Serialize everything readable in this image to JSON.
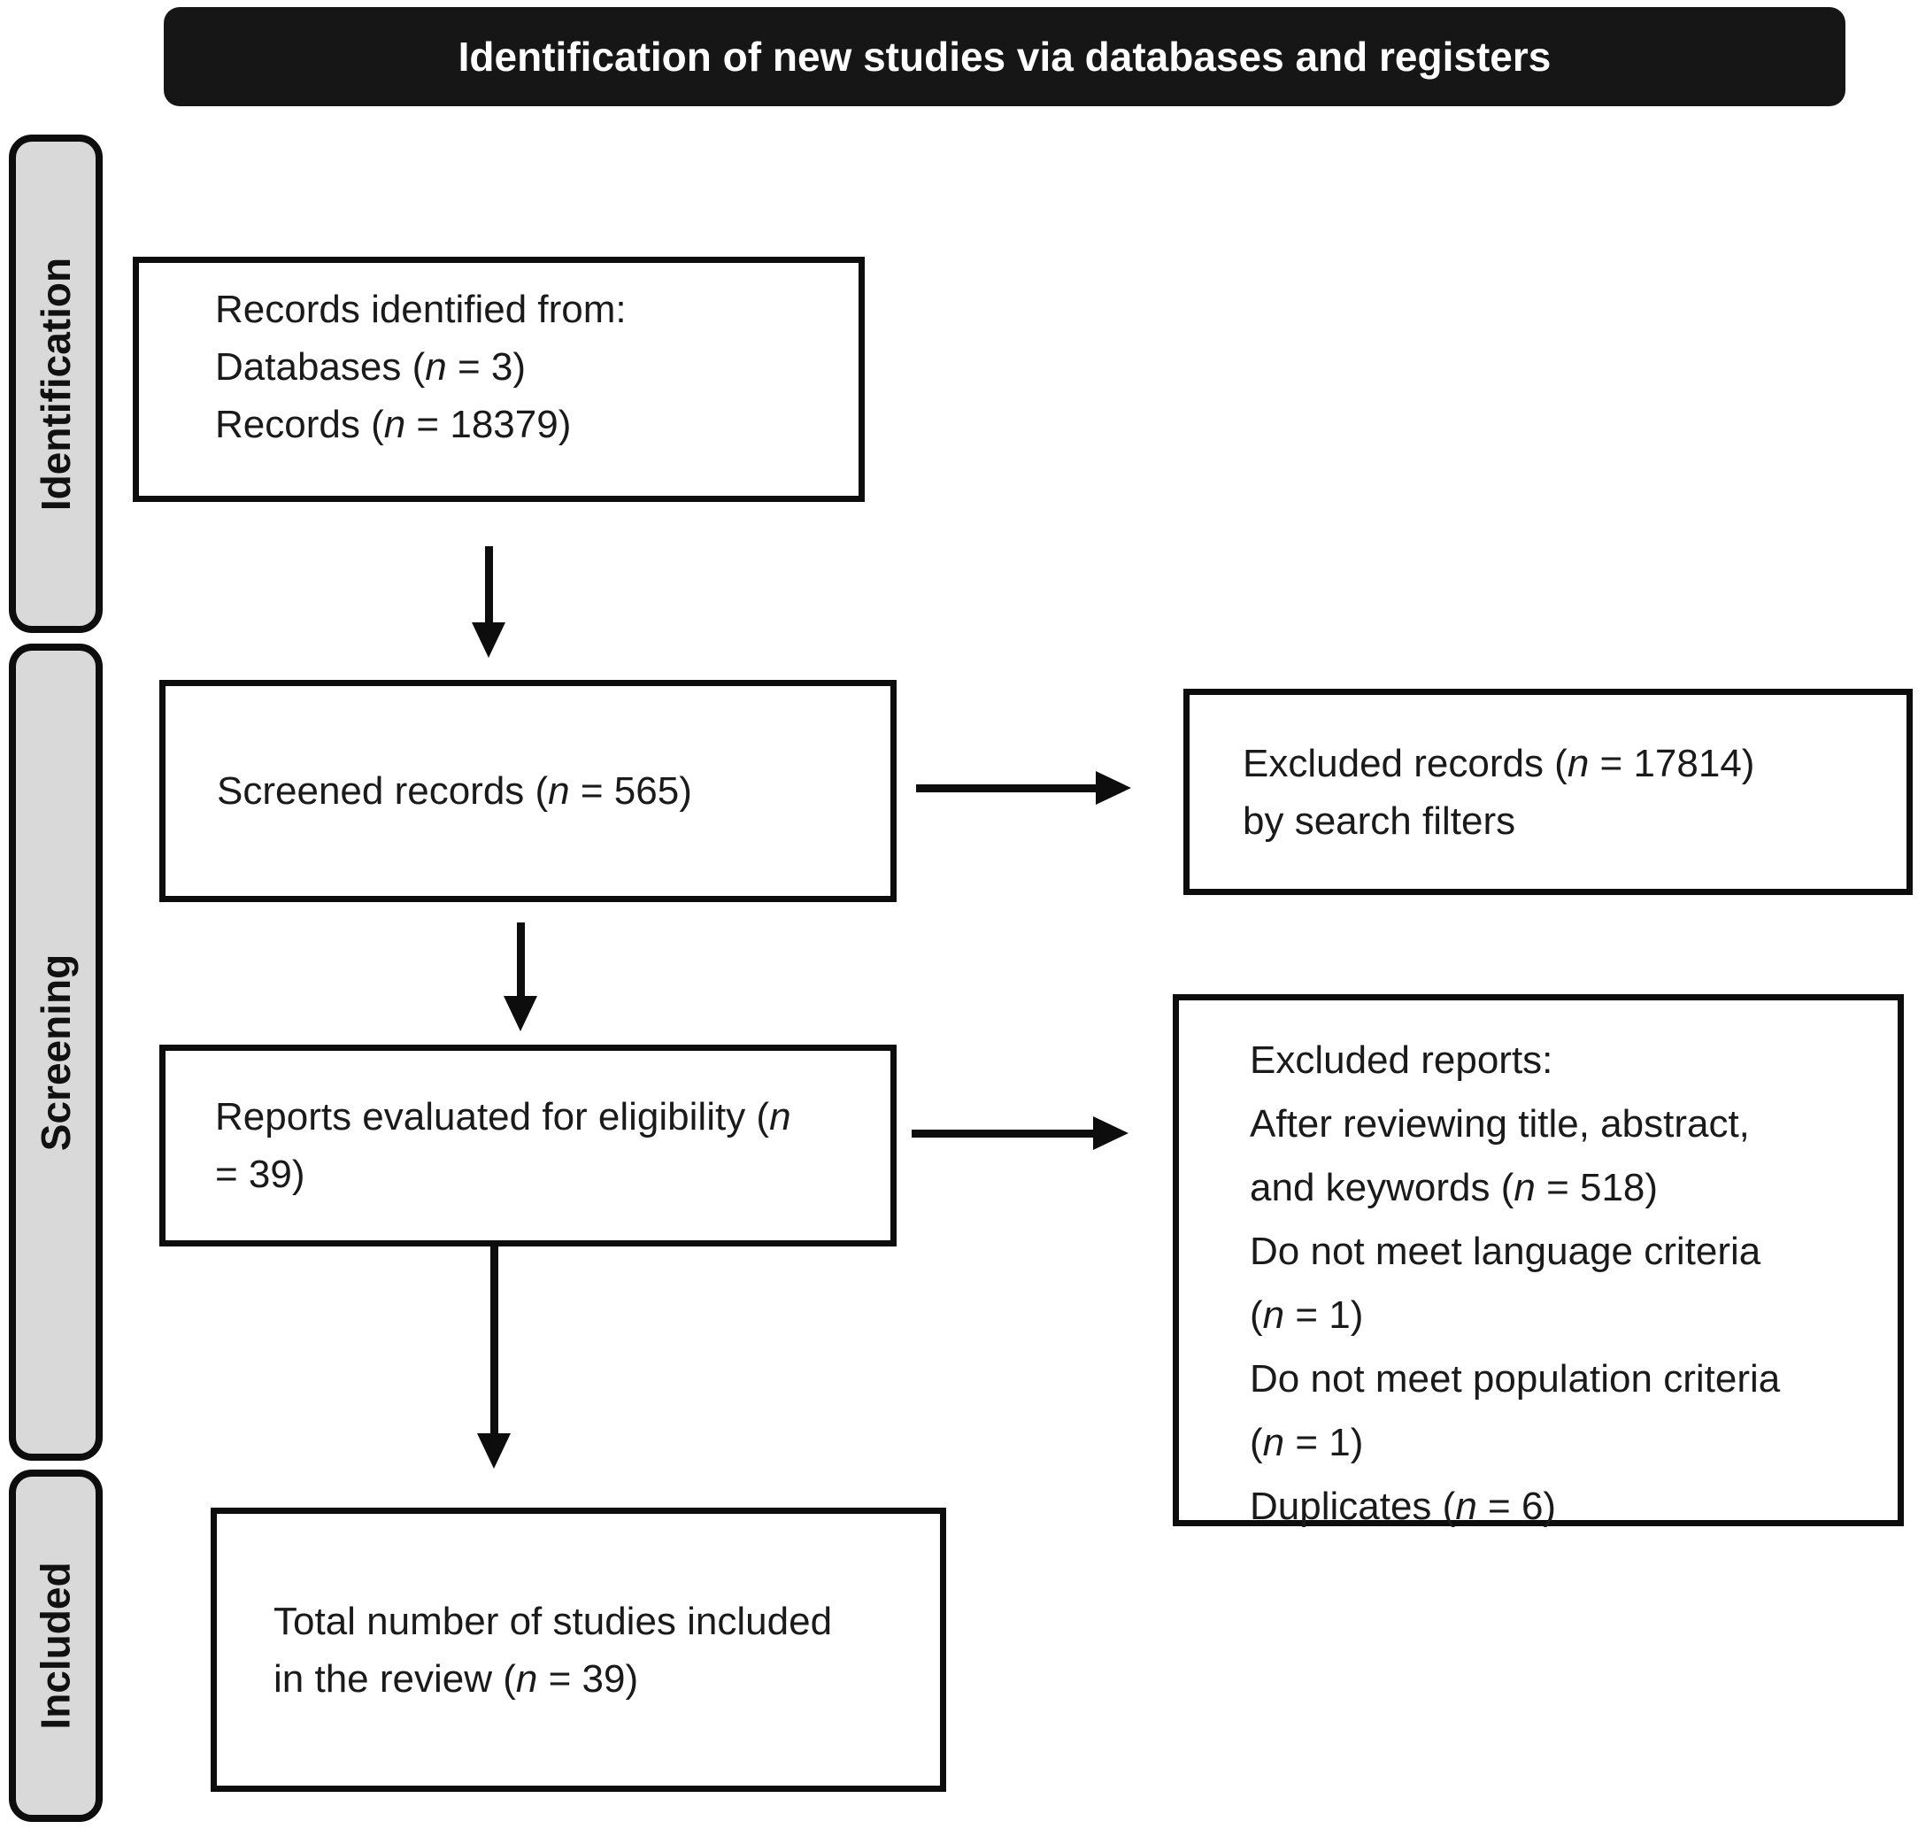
{
  "title": "Identification of new studies via databases and registers",
  "colors": {
    "bar_bg": "#161616",
    "bar_text": "#ffffff",
    "tab_bg": "#d9d9d9",
    "border": "#0d0d0d",
    "box_bg": "#ffffff",
    "text": "#1a1a1a"
  },
  "sidebar": {
    "tabs": [
      {
        "label": "Identification"
      },
      {
        "label": "Screening"
      },
      {
        "label": "Included"
      }
    ]
  },
  "boxes": {
    "records_identified": {
      "lines": [
        "Records identified from:",
        "Databases (n = 3)",
        "Records (n = 18379)"
      ]
    },
    "screened": {
      "lines": [
        "Screened records (n = 565)"
      ]
    },
    "eligibility": {
      "lines": [
        "Reports evaluated for eligibility (n",
        "= 39)"
      ]
    },
    "included_total": {
      "lines": [
        "Total number of studies included",
        "in the review (n = 39)"
      ]
    },
    "excluded_records": {
      "lines": [
        "Excluded records (n = 17814)",
        "by search filters"
      ]
    },
    "excluded_reports": {
      "lines": [
        "Excluded reports:",
        "After reviewing title, abstract,",
        "and keywords (n = 518)",
        "Do not meet language criteria",
        "(n = 1)",
        "Do not meet population criteria",
        "(n = 1)",
        "Duplicates (n = 6)"
      ]
    }
  }
}
